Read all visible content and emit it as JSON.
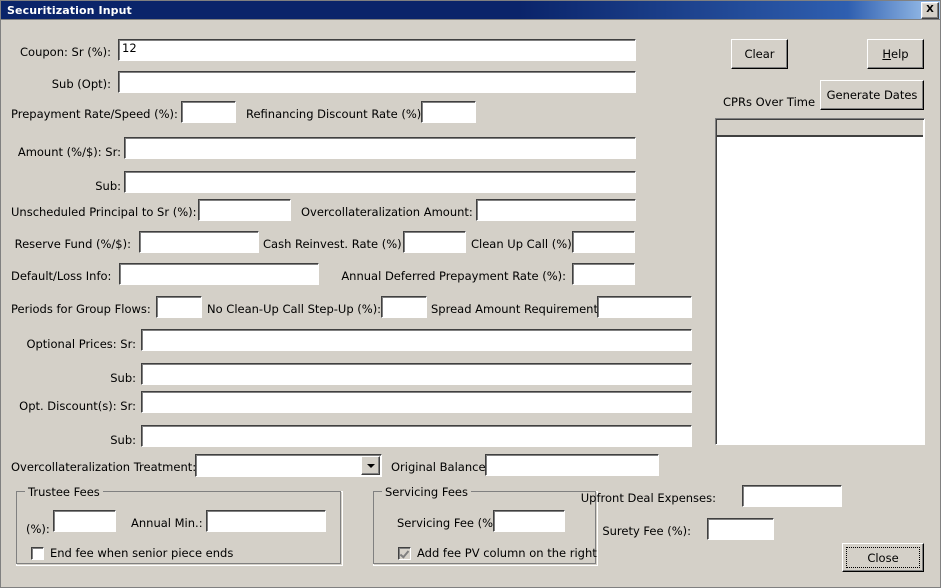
{
  "window": {
    "title": "Securitization Input",
    "close_icon": "×",
    "close_label": "X"
  },
  "fields": {
    "coupon_sr": {
      "label": "Coupon: Sr (%):",
      "value": "12"
    },
    "sub_opt": {
      "label": "Sub (Opt):",
      "value": ""
    },
    "prepayment_rate_speed": {
      "label": "Prepayment Rate/Speed (%):",
      "value": ""
    },
    "refinancing_discount_rate": {
      "label": "Refinancing Discount Rate (%):",
      "value": ""
    },
    "amount_sr": {
      "label": "Amount (%/$): Sr:",
      "value": ""
    },
    "amount_sub": {
      "label": "Sub:",
      "value": ""
    },
    "unscheduled_principal_to_sr": {
      "label": "Unscheduled Principal to Sr (%):",
      "value": ""
    },
    "overcollateralization_amount": {
      "label": "Overcollateralization Amount:",
      "value": ""
    },
    "reserve_fund": {
      "label": "Reserve Fund (%/$):",
      "value": ""
    },
    "cash_reinvest_rate": {
      "label": "Cash Reinvest. Rate (%):",
      "value": ""
    },
    "clean_up_call": {
      "label": "Clean Up Call (%):",
      "value": ""
    },
    "default_loss_info": {
      "label": "Default/Loss Info:",
      "value": ""
    },
    "annual_deferred_prepayment_rate": {
      "label": "Annual Deferred Prepayment Rate (%):",
      "value": ""
    },
    "periods_for_group_flows": {
      "label": "Periods for Group Flows:",
      "value": ""
    },
    "no_cleanup_call_stepup": {
      "label": "No Clean-Up Call Step-Up (%):",
      "value": ""
    },
    "spread_amount_requirement": {
      "label": "Spread Amount Requirement:",
      "value": ""
    },
    "optional_prices_sr": {
      "label": "Optional Prices: Sr:",
      "value": ""
    },
    "optional_prices_sub": {
      "label": "Sub:",
      "value": ""
    },
    "opt_discounts_sr": {
      "label": "Opt. Discount(s): Sr:",
      "value": ""
    },
    "opt_discounts_sub": {
      "label": "Sub:",
      "value": ""
    },
    "overcollateralization_treatment": {
      "label": "Overcollateralization Treatment:",
      "value": "",
      "options": []
    },
    "original_balance": {
      "label": "Original Balance:",
      "value": ""
    },
    "upfront_deal_expenses": {
      "label": "Upfront Deal Expenses:",
      "value": ""
    },
    "surety_fee": {
      "label": "Surety Fee (%):",
      "value": ""
    }
  },
  "trustee_fees": {
    "caption": "Trustee Fees",
    "pct_label": "(%):",
    "pct_value": "",
    "annual_min_label": "Annual Min.:",
    "annual_min_value": "",
    "end_fee_label": "End fee when senior piece ends",
    "end_fee_checked": false
  },
  "servicing_fees": {
    "caption": "Servicing Fees",
    "servicing_fee_label": "Servicing Fee (%):",
    "servicing_fee_value": "",
    "add_fee_pv_label": "Add fee PV column on the right",
    "add_fee_pv_checked": true
  },
  "right_panel": {
    "clear_label": "Clear",
    "help_label": "Help",
    "help_accel": "H",
    "help_rest": "elp",
    "generate_dates_label": "Generate Dates",
    "cprs_label": "CPRs Over Time",
    "cpr_rows": []
  },
  "footer": {
    "close_label": "Close"
  },
  "colors": {
    "face": "#d4d0c8",
    "titlebar_active": "#0a246a",
    "field_bg": "#ffffff",
    "text": "#000000"
  }
}
